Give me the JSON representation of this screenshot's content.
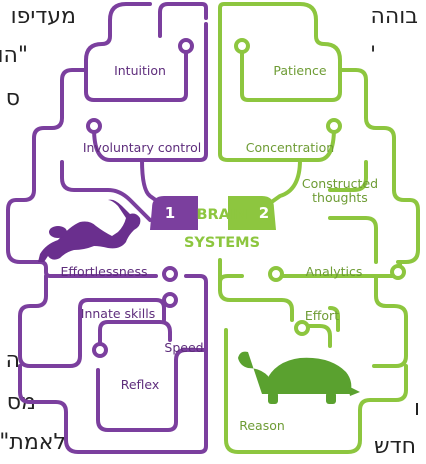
{
  "background_fragments": {
    "top_left": "מעדיפו",
    "quote_left": "\"הו",
    "left_samech": "ס",
    "top_right": "בוהה",
    "right_apostrophe": "'",
    "bottom_left_he": "ה",
    "bottom_left_mem": "מס",
    "bottom_left_truth": "לאמת\"",
    "bottom_right": "חדש",
    "right_fragment": "ו"
  },
  "diagram": {
    "title_line1": "BRAIN",
    "title_line2": "SYSTEMS",
    "system1": {
      "number": "1",
      "labels": {
        "intuition": "Intuition",
        "involuntary": "Involuntary control",
        "effortlessness": "Effortlessness",
        "innate": "Innate skills",
        "speed": "Speed",
        "reflex": "Reflex"
      },
      "animal_icon": "rabbit-icon"
    },
    "system2": {
      "number": "2",
      "labels": {
        "patience": "Patience",
        "concentration": "Concentration",
        "constructed1": "Constructed",
        "constructed2": "thoughts",
        "analytics": "Analytics",
        "effort": "Effort",
        "reason": "Reason"
      },
      "animal_icon": "turtle-icon"
    }
  },
  "colors": {
    "purple": "#7b3f9e",
    "purple_dark": "#5e2d7c",
    "green": "#8dc63f",
    "green_dark": "#6e9c35"
  }
}
